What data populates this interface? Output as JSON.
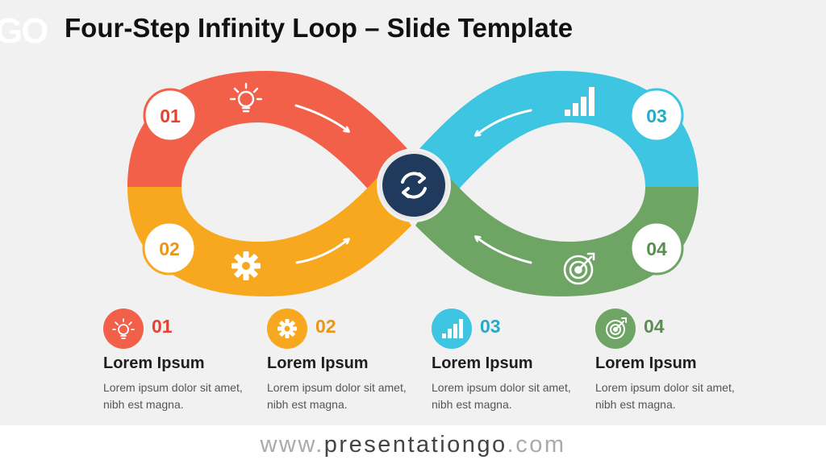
{
  "header": {
    "logo_fragment": "GO",
    "title": "Four-Step Infinity Loop – Slide Template"
  },
  "colors": {
    "step1": "#f2604a",
    "step2": "#f8a81e",
    "step3": "#3ec5e2",
    "step4": "#6ea565",
    "hub": "#1f3a5c"
  },
  "loop": {
    "hub_icon": "refresh-icon",
    "steps": [
      {
        "number": "01",
        "icon": "lightbulb-icon"
      },
      {
        "number": "02",
        "icon": "gear-icon"
      },
      {
        "number": "03",
        "icon": "bar-chart-icon"
      },
      {
        "number": "04",
        "icon": "target-icon"
      }
    ]
  },
  "cards": [
    {
      "number": "01",
      "icon": "lightbulb-icon",
      "heading": "Lorem Ipsum",
      "body": "Lorem ipsum dolor sit amet, nibh est magna."
    },
    {
      "number": "02",
      "icon": "gear-icon",
      "heading": "Lorem Ipsum",
      "body": "Lorem ipsum dolor sit amet, nibh est magna."
    },
    {
      "number": "03",
      "icon": "bar-chart-icon",
      "heading": "Lorem Ipsum",
      "body": "Lorem ipsum dolor sit amet, nibh est magna."
    },
    {
      "number": "04",
      "icon": "target-icon",
      "heading": "Lorem Ipsum",
      "body": "Lorem ipsum dolor sit amet, nibh est magna."
    }
  ],
  "footer": {
    "prefix": "www.",
    "brand": "presentationgo",
    "suffix": ".com"
  }
}
